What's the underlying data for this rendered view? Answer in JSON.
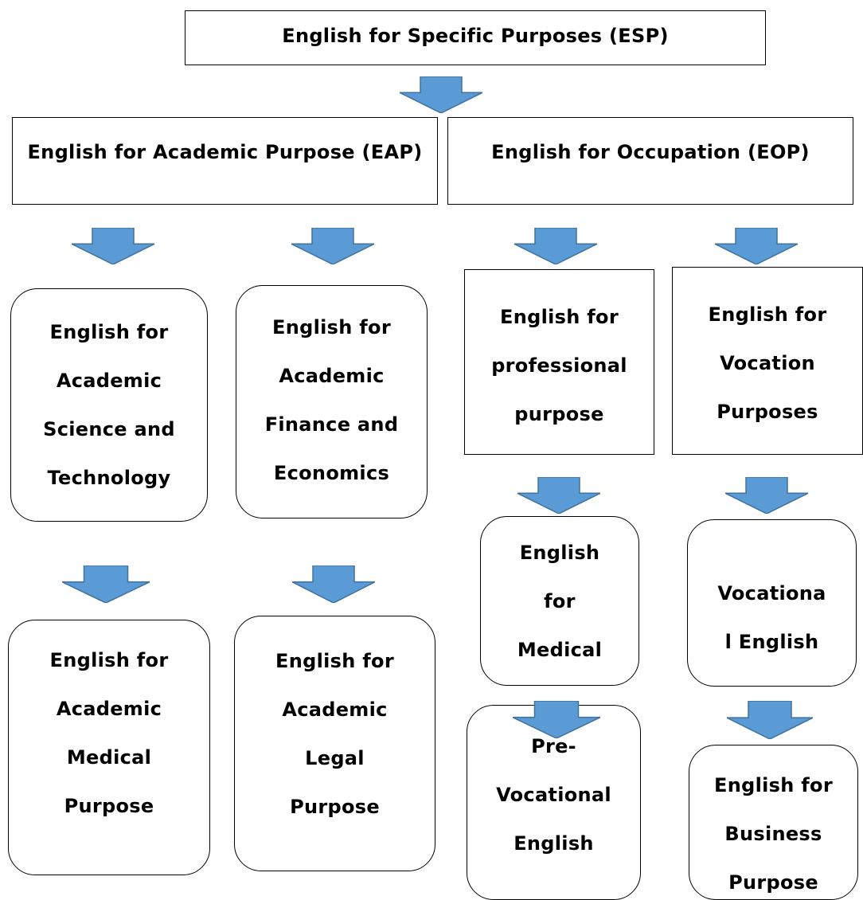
{
  "diagram": {
    "root": {
      "label": "English for Specific Purposes (ESP)"
    },
    "branches": [
      {
        "label": "English for Academic Purpose (EAP)",
        "children": [
          {
            "lines": [
              "English for",
              "Academic",
              "Science and",
              "Technology"
            ]
          },
          {
            "lines": [
              "English for",
              "Academic",
              "Finance and",
              "Economics"
            ]
          },
          {
            "lines": [
              "English for",
              "Academic",
              "Medical",
              "Purpose"
            ]
          },
          {
            "lines": [
              "English for",
              "Academic",
              "Legal",
              "Purpose"
            ]
          }
        ]
      },
      {
        "label": "English for Occupation (EOP)",
        "children": [
          {
            "lines": [
              "English for",
              "professional",
              "purpose"
            ]
          },
          {
            "lines": [
              "English for",
              "Vocation",
              "Purposes"
            ]
          },
          {
            "lines": [
              "English",
              "for",
              "Medical"
            ]
          },
          {
            "lines": [
              "Vocationa",
              "l English"
            ]
          },
          {
            "lines": [
              "Pre-",
              "Vocational",
              "English"
            ]
          },
          {
            "lines": [
              "English for",
              "Business",
              "Purpose"
            ]
          }
        ]
      }
    ]
  },
  "colors": {
    "arrow_fill": "#5b9bd5",
    "arrow_stroke": "#41719c",
    "border": "#000000"
  },
  "icons": {
    "arrow": "down-arrow-icon"
  }
}
